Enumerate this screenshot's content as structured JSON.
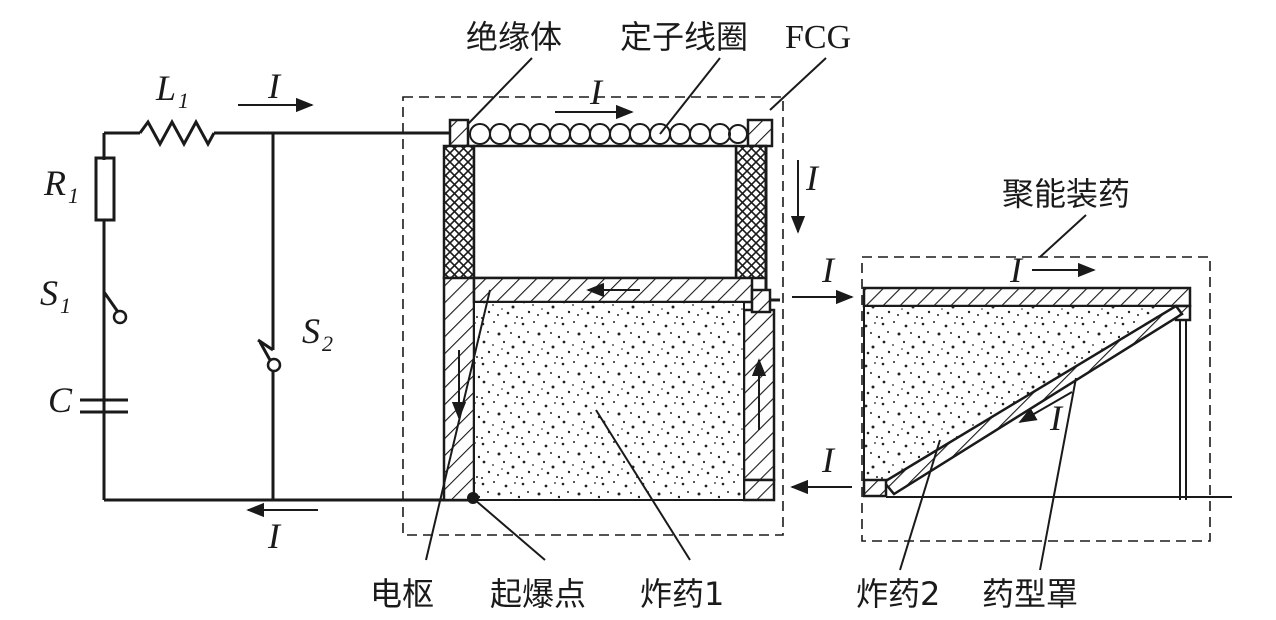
{
  "labels": {
    "insulator": "绝缘体",
    "stator_coil": "定子线圈",
    "fcg": "FCG",
    "shaped_charge": "聚能装药",
    "armature": "电枢",
    "detonation_point": "起爆点",
    "explosive1": "炸药1",
    "explosive2": "炸药2",
    "liner": "药型罩"
  },
  "circuit": {
    "l1": "L",
    "l1_sub": "1",
    "r1": "R",
    "r1_sub": "1",
    "s1": "S",
    "s1_sub": "1",
    "s2": "S",
    "s2_sub": "2",
    "c": "C"
  },
  "current": {
    "symbol": "I"
  }
}
